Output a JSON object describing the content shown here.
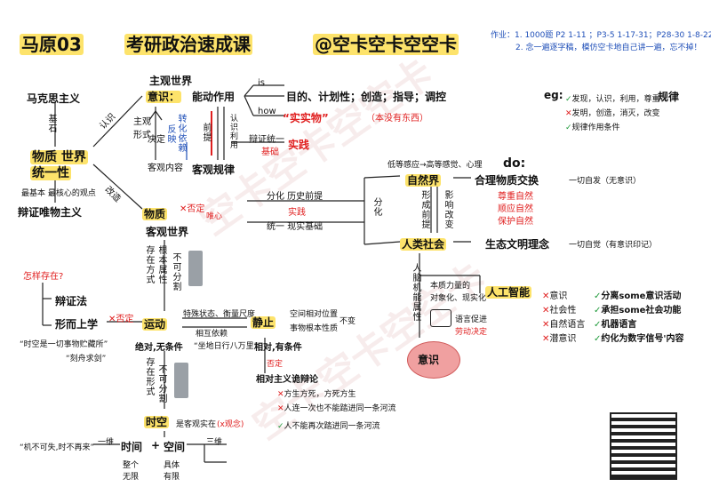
{
  "header": {
    "subject": "马原03",
    "course": "考研政治速成课",
    "author": "@空卡空卡空空卡",
    "note1": "作业：1. 1000题 P2 1-11 ；P3-5 1-17-31；P28-30 1-8-22",
    "note2": "2. 念一遍逐字稿，模仿空卡地自己讲一遍，忘不掉！"
  },
  "watermark": "空卡空卡空空卡",
  "left": {
    "marxism": "马克思主义",
    "foundation": "基石",
    "unity": "物质    世界",
    "unity2": "统一性",
    "most_basic": "最基本 最核心的观点",
    "dialectical_materialism": "辩证唯物主义",
    "recognize": "认识",
    "transform": "改造"
  },
  "consciousness": {
    "subjective_world": "主观世界",
    "label": "意识：",
    "active_role": "能动作用",
    "is": "is",
    "how": "how",
    "purposes": "目的、计划性；创造；指导；调控",
    "real_things": "“实实物”",
    "real_note": "（本没有东西）",
    "subjective_form": "主观形式",
    "decide": "决定",
    "transform_depend": "转化依赖",
    "reflect": "反映",
    "objective_content": "客观内容",
    "premise": "前提",
    "knowing_using": "认识利用",
    "dialectical_unity": "辩证统一",
    "basis": "基础",
    "practice": "实践",
    "objective_law": "客观规律"
  },
  "matter": {
    "label": "物质",
    "deny": "否定",
    "idealism": "唯心",
    "objective_world": "客观世界",
    "exist_mode": "存在方式",
    "root_attr": "根本属性",
    "inseparable": "不可分割"
  },
  "practice_arrows": {
    "differentiation": "分化 历史前提",
    "practice": "实践",
    "unification": "统一 现实基础"
  },
  "nature": {
    "low_reaction": "低等感应→高等感觉、心理",
    "label": "自然界",
    "differentiate": "分化",
    "form_premise": "形成前提",
    "influence_change": "影响改变",
    "do": "do:",
    "exchange": "合理物质交换",
    "spontaneous": "一切自发（无意识）",
    "respect": "尊重自然",
    "comply": "顺应自然",
    "protect": "保护自然"
  },
  "society": {
    "label": "人类社会",
    "eco": "生态文明理念",
    "conscious": "一切自觉（有意识印记）",
    "brain_attr": "人脑机能属性",
    "essence1": "本质力量的",
    "essence2": "对象化、现实化",
    "language": "语言促进",
    "labor": "劳动决定",
    "consciousness": "意识"
  },
  "ai": {
    "label": "人工智能",
    "left": [
      {
        "mark": "✕",
        "text": "意识"
      },
      {
        "mark": "✕",
        "text": "社会性"
      },
      {
        "mark": "✕",
        "text": "自然语言"
      },
      {
        "mark": "✕",
        "text": "潜意识"
      }
    ],
    "right": [
      {
        "mark": "✓",
        "text": "分离some意识活动"
      },
      {
        "mark": "✓",
        "text": "承担some社会功能"
      },
      {
        "mark": "✓",
        "text": "机器语言"
      },
      {
        "mark": "✓",
        "text": "约化为数字信号'内容"
      }
    ]
  },
  "eg": {
    "label": "eg:",
    "line1": "发现，认识，利用，尊重",
    "law": "规律",
    "line2": "发明，创造，消灭，改变",
    "line3": "规律作用条件"
  },
  "motion": {
    "how_exist": "怎样存在?",
    "dialectics": "辩证法",
    "metaphysics": "形而上学",
    "deny": "否定",
    "label": "运动",
    "quote1": "“时空是一切事物贮藏所”",
    "quote2": "“刻舟求剑”",
    "absolute": "绝对,无条件",
    "earth_quote": "“坐地日行八万里”",
    "special_state": "特殊状态、衡量尺度",
    "mutual_depend": "相互依赖",
    "stillness": "静止",
    "space_pos": "空间相对位置",
    "nature_prop": "事物根本性质",
    "unchanged": "不变",
    "relative": "相对,有条件",
    "deny2": "否定",
    "sophistry": "相对主义诡辩论",
    "fang": "方生方死，方死方生",
    "cannot_once": "人连一次也不能踏进同一条河流",
    "cannot_twice": "人不能再次踏进同一条河流",
    "exist_form": "存在形式",
    "inseparable": "不可分割"
  },
  "spacetime": {
    "label": "时空",
    "objective": "是客观实在",
    "notion": "(x观念)",
    "quote": "“机不可失,时不再来”",
    "one_dim": "一维",
    "time": "时间",
    "plus": "+",
    "space": "空间",
    "three_dim": "三维",
    "time_attr": "整个无限",
    "space_attr": "具体有限"
  },
  "colors": {
    "highlight": "#fde36b",
    "red": "#e02020",
    "blue": "#1f4fb8",
    "green": "#1f9a3a"
  }
}
